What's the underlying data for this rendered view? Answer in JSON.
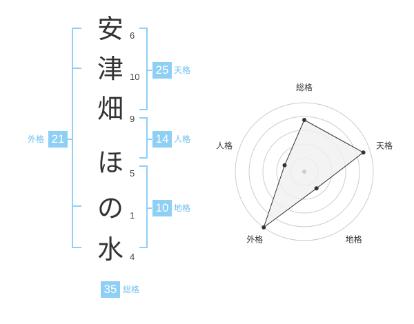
{
  "characters": [
    {
      "char": "安",
      "strokes": "6"
    },
    {
      "char": "津",
      "strokes": "10"
    },
    {
      "char": "畑",
      "strokes": "9"
    },
    {
      "char": "ほ",
      "strokes": "5"
    },
    {
      "char": "の",
      "strokes": "1"
    },
    {
      "char": "水",
      "strokes": "4"
    }
  ],
  "scores": {
    "tenkaku": {
      "label": "天格",
      "value": "25"
    },
    "jinkaku": {
      "label": "人格",
      "value": "14"
    },
    "chikaku": {
      "label": "地格",
      "value": "10"
    },
    "gaikaku": {
      "label": "外格",
      "value": "21"
    },
    "soukaku": {
      "label": "総格",
      "value": "35"
    }
  },
  "radar": {
    "axes": [
      "総格",
      "天格",
      "地格",
      "外格",
      "人格"
    ],
    "values": [
      0.75,
      0.9,
      0.3,
      1.0,
      0.3
    ],
    "colors": {
      "fill": "#f0f0f0",
      "stroke": "#333333",
      "grid": "#cccccc",
      "center": "#cccccc"
    }
  },
  "colors": {
    "accent": "#8ecff5",
    "accent_text": "#6fc0ee"
  }
}
